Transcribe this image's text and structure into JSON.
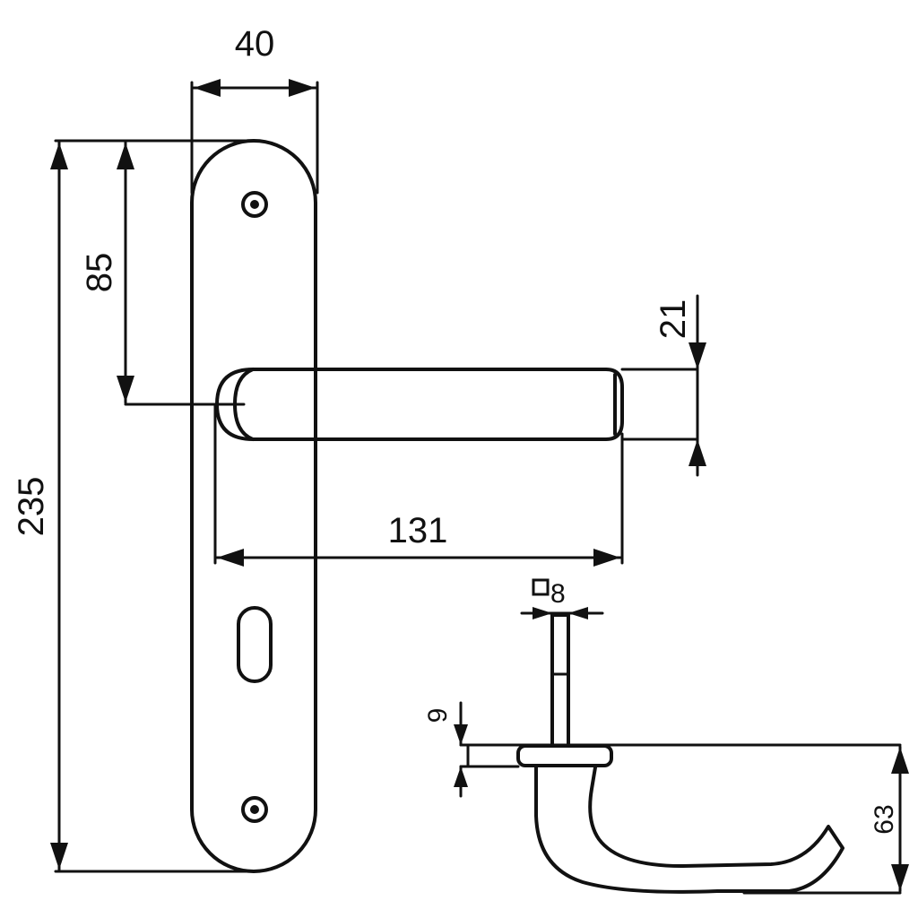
{
  "dimensions": {
    "width": "40",
    "height": "235",
    "lever_offset": "85",
    "lever_thickness": "21",
    "lever_length": "131",
    "spindle_square": "8",
    "rose_thickness": "9",
    "lever_projection": "63"
  },
  "colors": {
    "line": "#111111",
    "background": "#ffffff"
  }
}
